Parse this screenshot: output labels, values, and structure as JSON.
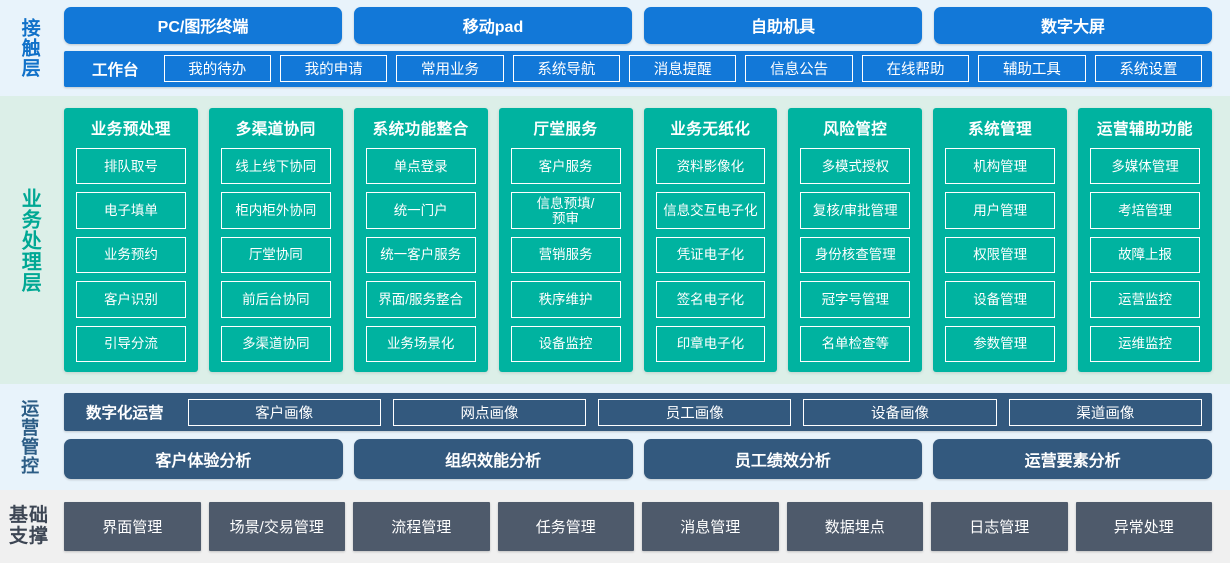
{
  "layers": {
    "contact": {
      "label": "接触层",
      "channels": [
        "PC/图形终端",
        "移动pad",
        "自助机具",
        "数字大屏"
      ],
      "nav_title": "工作台",
      "nav_items": [
        "我的待办",
        "我的申请",
        "常用业务",
        "系统导航",
        "消息提醒",
        "信息公告",
        "在线帮助",
        "辅助工具",
        "系统设置"
      ]
    },
    "business": {
      "label": "业务处理层",
      "columns": [
        {
          "title": "业务预处理",
          "items": [
            "排队取号",
            "电子填单",
            "业务预约",
            "客户识别",
            "引导分流"
          ]
        },
        {
          "title": "多渠道协同",
          "items": [
            "线上线下协同",
            "柜内柜外协同",
            "厅堂协同",
            "前后台协同",
            "多渠道协同"
          ]
        },
        {
          "title": "系统功能整合",
          "items": [
            "单点登录",
            "统一门户",
            "统一客户服务",
            "界面/服务整合",
            "业务场景化"
          ]
        },
        {
          "title": "厅堂服务",
          "items": [
            "客户服务",
            "信息预填/\n预审",
            "营销服务",
            "秩序维护",
            "设备监控"
          ]
        },
        {
          "title": "业务无纸化",
          "items": [
            "资料影像化",
            "信息交互电子化",
            "凭证电子化",
            "签名电子化",
            "印章电子化"
          ]
        },
        {
          "title": "风险管控",
          "items": [
            "多模式授权",
            "复核/审批管理",
            "身份核查管理",
            "冠字号管理",
            "名单检查等"
          ]
        },
        {
          "title": "系统管理",
          "items": [
            "机构管理",
            "用户管理",
            "权限管理",
            "设备管理",
            "参数管理"
          ]
        },
        {
          "title": "运营辅助功能",
          "items": [
            "多媒体管理",
            "考培管理",
            "故障上报",
            "运营监控",
            "运维监控"
          ]
        }
      ]
    },
    "operations": {
      "label": "运营管控",
      "row1_title": "数字化运营",
      "row1_items": [
        "客户画像",
        "网点画像",
        "员工画像",
        "设备画像",
        "渠道画像"
      ],
      "row2_items": [
        "客户体验分析",
        "组织效能分析",
        "员工绩效分析",
        "运营要素分析"
      ]
    },
    "base": {
      "label_line1": "基础",
      "label_line2": "支撑",
      "items": [
        "界面管理",
        "场景/交易管理",
        "流程管理",
        "任务管理",
        "消息管理",
        "数据埋点",
        "日志管理",
        "异常处理"
      ]
    }
  },
  "colors": {
    "contact_bg": "#e8f3fb",
    "contact_accent": "#1278d8",
    "business_bg": "#dcefe8",
    "business_accent": "#00b3a0",
    "operations_bg": "#e8f3fb",
    "operations_accent": "#33597e",
    "base_bg": "#f0f0f0",
    "base_accent": "#4e5a6b"
  }
}
